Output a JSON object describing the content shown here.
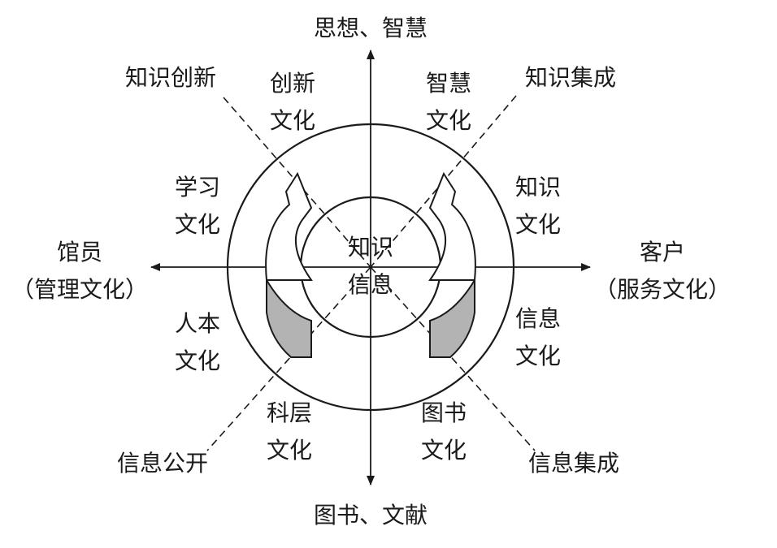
{
  "axes": {
    "top": "思想、智慧",
    "bottom": "图书、文献",
    "left_line1": "馆员",
    "left_line2": "（管理文化）",
    "right_line1": "客户",
    "right_line2": "（服务文化）"
  },
  "diagonals": {
    "upper_left": "知识创新",
    "upper_right": "知识集成",
    "lower_left": "信息公开",
    "lower_right": "信息集成"
  },
  "center": {
    "line1": "知识",
    "line2": "信息"
  },
  "cultures": {
    "innovation": {
      "line1": "创新",
      "line2": "文化"
    },
    "wisdom": {
      "line1": "智慧",
      "line2": "文化"
    },
    "learning": {
      "line1": "学习",
      "line2": "文化"
    },
    "knowledge": {
      "line1": "知识",
      "line2": "文化"
    },
    "humanistic": {
      "line1": "人本",
      "line2": "文化"
    },
    "information": {
      "line1": "信息",
      "line2": "文化"
    },
    "bureaucratic": {
      "line1": "科层",
      "line2": "文化"
    },
    "library": {
      "line1": "图书",
      "line2": "文化"
    }
  },
  "colors": {
    "line": "#1a1a1a",
    "fill_gray": "#b3b3b3",
    "background": "#ffffff"
  }
}
